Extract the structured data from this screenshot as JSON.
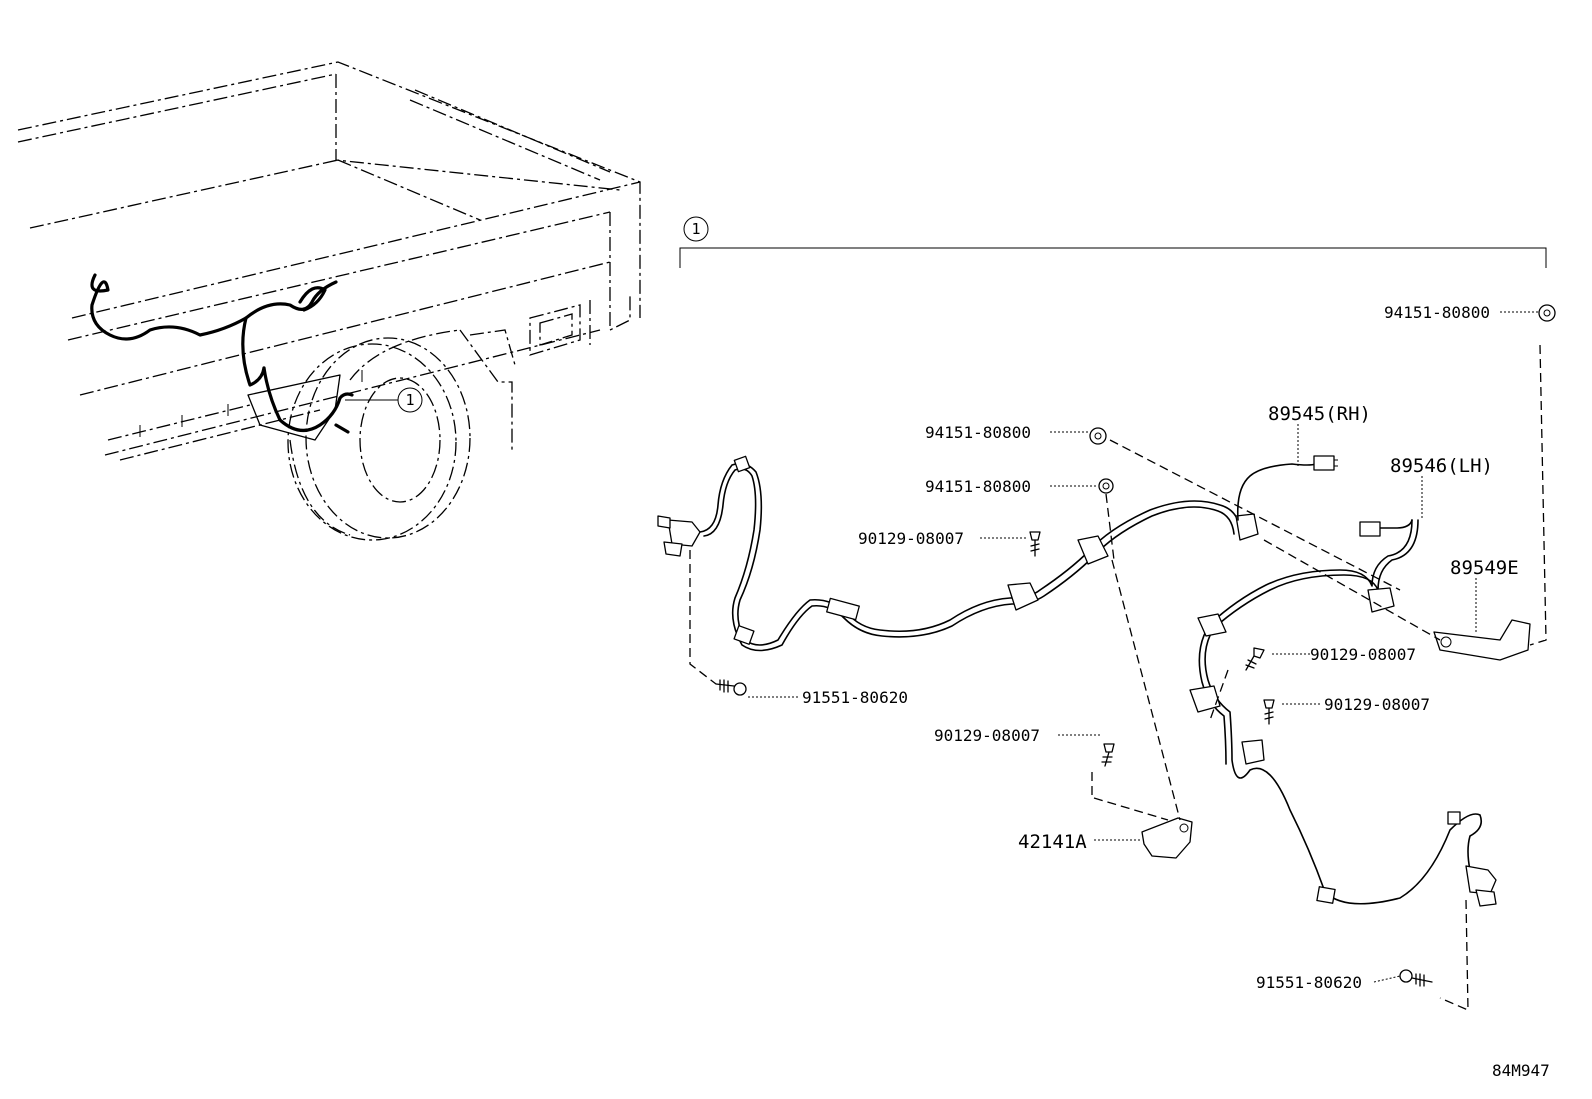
{
  "callouts": {
    "group_marker": "1",
    "vehicle_marker": "1"
  },
  "parts": {
    "p94151_a": "94151-80800",
    "p94151_b": "94151-80800",
    "p94151_c": "94151-80800",
    "p90129_a": "90129-08007",
    "p90129_b": "90129-08007",
    "p90129_c": "90129-08007",
    "p90129_d": "90129-08007",
    "p91551_a": "91551-80620",
    "p91551_b": "91551-80620",
    "p89545": "89545(RH)",
    "p89546": "89546(LH)",
    "p89549": "89549E",
    "p42141": "42141A"
  },
  "diagram_code": "84M947"
}
